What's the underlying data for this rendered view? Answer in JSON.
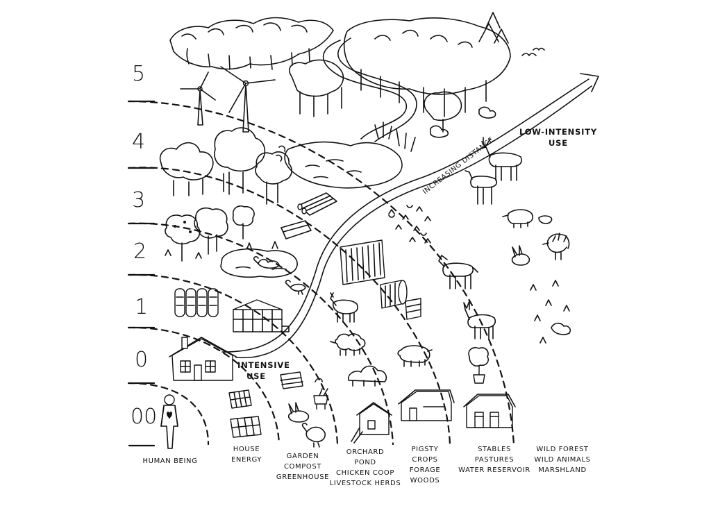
{
  "zones": [
    {
      "id": "zone-00",
      "number": "00",
      "label_lines": [
        "HUMAN BEING"
      ]
    },
    {
      "id": "zone-0",
      "number": "0",
      "label_lines": [
        "HOUSE",
        "ENERGY"
      ]
    },
    {
      "id": "zone-1",
      "number": "1",
      "label_lines": [
        "GARDEN",
        "COMPOST",
        "GREENHOUSE"
      ]
    },
    {
      "id": "zone-2",
      "number": "2",
      "label_lines": [
        "ORCHARD",
        "POND",
        "CHICKEN COOP",
        "LIVESTOCK HERDS"
      ]
    },
    {
      "id": "zone-3",
      "number": "3",
      "label_lines": [
        "PIGSTY",
        "CROPS",
        "FORAGE",
        "WOODS"
      ]
    },
    {
      "id": "zone-4",
      "number": "4",
      "label_lines": [
        "STABLES",
        "PASTURES",
        "WATER RESERVOIR"
      ]
    },
    {
      "id": "zone-5",
      "number": "5",
      "label_lines": [
        "WILD FOREST",
        "WILD ANIMALS",
        "MARSHLAND"
      ]
    }
  ],
  "annotations": {
    "intensive_line1": "INTENSIVE",
    "intensive_line2": "USE",
    "low_line1": "LOW-INTENSITY",
    "low_line2": "USE",
    "distance": "INCREASING DISTANCE"
  },
  "icons": [
    "human-icon",
    "house-icon",
    "solar-panel-icon",
    "wind-turbine-icon",
    "garden-bed-icon",
    "greenhouse-icon",
    "compost-icon",
    "rabbit-icon",
    "chicken-icon",
    "goat-icon",
    "sheep-icon",
    "duck-icon",
    "pond-icon",
    "orchard-tree-icon",
    "crop-field-icon",
    "hay-bale-icon",
    "chicken-coop-icon",
    "pig-icon",
    "stable-icon",
    "horse-icon",
    "deer-icon",
    "wild-boar-icon",
    "turkey-icon",
    "forest-icon",
    "river-icon",
    "log-pile-icon",
    "birds-icon"
  ]
}
